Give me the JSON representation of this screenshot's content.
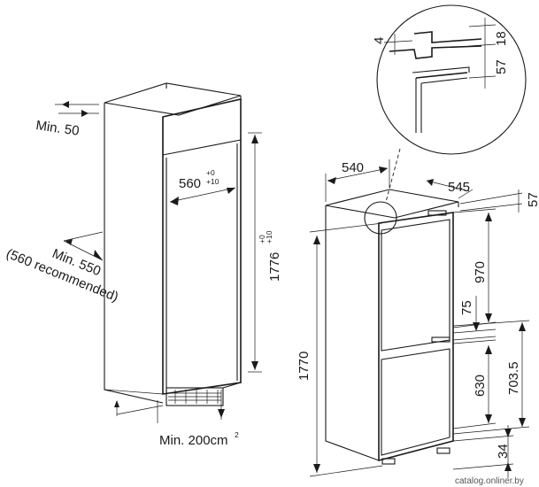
{
  "niche": {
    "depth_min": "Min. 50",
    "height": "1776",
    "height_tol_top": "+0",
    "height_tol_bottom": "+10",
    "width": "560",
    "width_tol_top": "+0",
    "width_tol_bottom": "+10",
    "depth": "Min. 550",
    "depth_recommended": "(560 recommended)",
    "vent_area": "Min. 200cm",
    "vent_area_sup": "2"
  },
  "appliance": {
    "width": "540",
    "depth": "545",
    "top_offset": "57",
    "height": "1770",
    "fridge_door": "970",
    "gap": "75",
    "freezer_door": "630",
    "freezer_height": "703.5",
    "bottom": "34"
  },
  "detail": {
    "d1": "4",
    "d2": "18",
    "d3": "57"
  },
  "watermark": "catalog.onliner.by",
  "colors": {
    "line": "#1a1a1a",
    "background": "#ffffff"
  }
}
